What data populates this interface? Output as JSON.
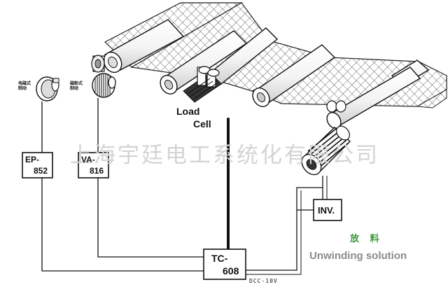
{
  "watermark": "上海宇廷电工系统化有限公司",
  "load_cell": {
    "line1": "Load",
    "line2": "Cell"
  },
  "boxes": {
    "ep": {
      "line1": "EP-",
      "line2": "852"
    },
    "va": {
      "line1": "VA-",
      "line2": "816"
    },
    "tc": {
      "line1": "TC-",
      "line2": "608"
    },
    "inv": "INV."
  },
  "device_labels": {
    "left": {
      "line1": "电磁式",
      "line2": "制动"
    },
    "right": {
      "line1": "磁粉式",
      "line2": "制动"
    }
  },
  "code_label": "DCC-10V",
  "caption": {
    "chinese": "放 料",
    "english": "Unwinding solution"
  },
  "colors": {
    "caption_green": "#3a9a3a",
    "caption_grey": "#8a8a8a",
    "watermark": "#d4d4d4"
  }
}
